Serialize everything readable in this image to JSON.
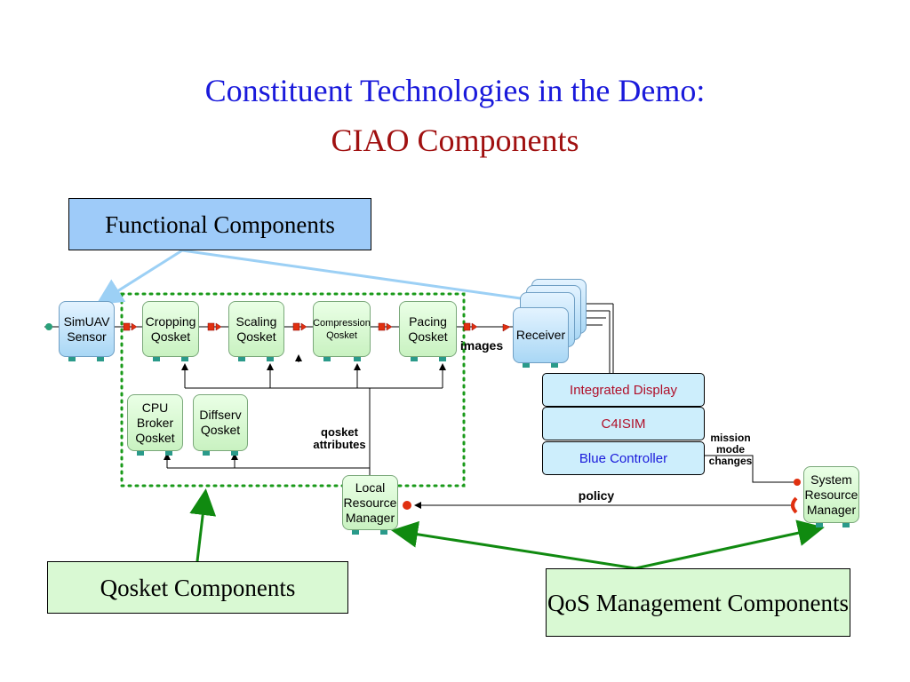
{
  "title": {
    "line1": "Constituent Technologies in  the Demo:",
    "line2": "CIAO Components"
  },
  "callouts": {
    "functional": "Functional Components",
    "qosket": "Qosket Components",
    "qos_management": "QoS Management Components"
  },
  "components": {
    "simuav_sensor": "SimUAV Sensor",
    "cropping": "Cropping Qosket",
    "scaling": "Scaling Qosket",
    "compression": "Compression Qosket",
    "pacing": "Pacing Qosket",
    "cpu_broker": "CPU Broker Qosket",
    "diffserv": "Diffserv Qosket",
    "local_rm": "Local Resource Manager",
    "receiver": "Receiver",
    "system_rm": "System Resource Manager"
  },
  "panels": {
    "integrated_display": "Integrated Display",
    "c4isim": "C4ISIM",
    "blue_controller": "Blue Controller"
  },
  "labels": {
    "images": "images",
    "qosket_attributes": "qosket attributes",
    "mission_mode_changes": "mission mode changes",
    "policy": "policy"
  },
  "colors": {
    "title_blue": "#1a1adb",
    "title_red": "#a01010",
    "functional_fill": "#9ecbf9",
    "qos_fill": "#d9f9d3",
    "dotted_border": "#1a9a1a",
    "arrow_green": "#108a10",
    "arrow_blue": "#9cd0f5"
  }
}
